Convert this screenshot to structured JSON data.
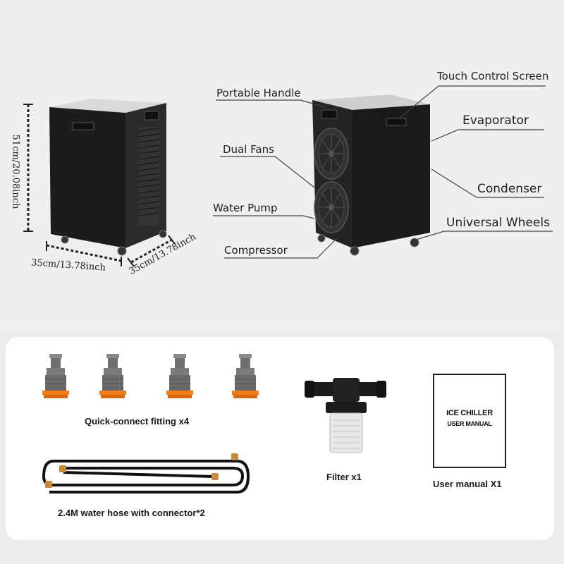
{
  "dimensions": {
    "height": "51cm/20.08inch",
    "width": "35cm/13.78inch",
    "depth": "35cm/13.78inch"
  },
  "callouts": {
    "portable_handle": "Portable Handle",
    "dual_fans": "Dual Fans",
    "water_pump": "Water Pump",
    "compressor": "Compressor",
    "touch_control_screen": "Touch Control Screen",
    "evaporator": "Evaporator",
    "condenser": "Condenser",
    "universal_wheels": "Universal Wheels"
  },
  "accessories": {
    "fitting_label": "Quick-connect fitting x4",
    "filter_label": "Filter x1",
    "manual_label": "User manual X1",
    "hose_label": "2.4M water hose with connector*2",
    "manual_cover_line1": "ICE CHILLER",
    "manual_cover_line2": "USER MANUAL"
  },
  "colors": {
    "unit_body": "#1a1a1a",
    "fitting_gray": "#7a7a7a",
    "fitting_orange": "#f07d1a",
    "hose_black": "#111111",
    "connector_brass": "#c98a3c"
  }
}
